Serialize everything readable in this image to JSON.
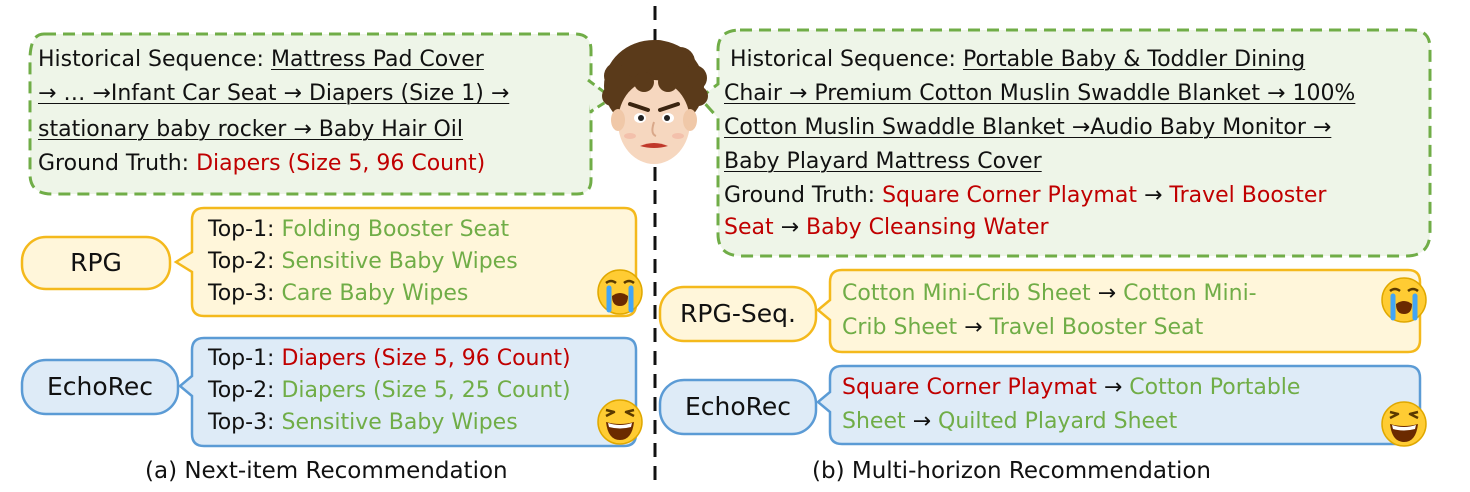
{
  "left": {
    "history_label": "Historical Sequence:",
    "history_lines": [
      "Mattress Pad Cover",
      "→ … →Infant Car Seat → Diapers (Size 1) →",
      "stationary baby rocker → Baby Hair Oil"
    ],
    "ground_truth_label": "Ground Truth:",
    "ground_truth_value": "Diapers (Size 5, 96 Count)",
    "rpg": {
      "name": "RPG",
      "items": [
        {
          "rank": "Top-1:",
          "item": "Folding Booster Seat",
          "color": "#70ad47"
        },
        {
          "rank": "Top-2:",
          "item": "Sensitive Baby Wipes",
          "color": "#70ad47"
        },
        {
          "rank": "Top-3:",
          "item": "Care Baby Wipes",
          "color": "#70ad47"
        }
      ],
      "reaction_icon": "crying-face-icon"
    },
    "echorec": {
      "name": "EchoRec",
      "items": [
        {
          "rank": "Top-1:",
          "item": "Diapers (Size 5, 96 Count)",
          "color": "#c00000"
        },
        {
          "rank": "Top-2:",
          "item": "Diapers (Size 5, 25 Count)",
          "color": "#70ad47"
        },
        {
          "rank": "Top-3:",
          "item": "Sensitive Baby Wipes",
          "color": "#70ad47"
        }
      ],
      "reaction_icon": "laughing-face-icon"
    },
    "caption": "(a) Next-item Recommendation"
  },
  "right": {
    "history_label": "Historical Sequence:",
    "history_first": "Portable Baby & Toddler Dining",
    "history_lines": [
      "Chair → Premium Cotton Muslin Swaddle Blanket → 100%",
      "Cotton Muslin Swaddle Blanket →Audio Baby Monitor →",
      "Baby Playard Mattress Cover"
    ],
    "ground_truth_label": "Ground Truth:",
    "ground_truth_line1": [
      "Square Corner Playmat",
      " → ",
      "Travel Booster"
    ],
    "ground_truth_line2": [
      "Seat",
      " → ",
      "Baby Cleansing Water"
    ],
    "rpg_seq": {
      "name": "RPG-Seq.",
      "line1": [
        "Cotton Mini-Crib Sheet",
        " → ",
        "Cotton Mini-"
      ],
      "line2": [
        "Crib Sheet",
        " → ",
        "Travel Booster Seat"
      ],
      "reaction_icon": "crying-face-icon"
    },
    "echorec": {
      "name": "EchoRec",
      "line1": [
        "Square Corner Playmat",
        " → ",
        "Cotton Portable"
      ],
      "line2": [
        "Sheet",
        " → ",
        "Quilted Playard Sheet"
      ],
      "reaction_icon": "laughing-face-icon"
    },
    "caption": "(b) Multi-horizon Recommendation"
  },
  "colors": {
    "green_box_border": "#70ad47",
    "green_box_fill": "#eef5e8",
    "yellow_border": "#f4b91c",
    "yellow_fill": "#fff6da",
    "blue_border": "#5b9bd5",
    "blue_fill": "#deebf7",
    "red_text": "#c00000",
    "green_text": "#70ad47"
  },
  "avatar_icon": "user-face-icon"
}
